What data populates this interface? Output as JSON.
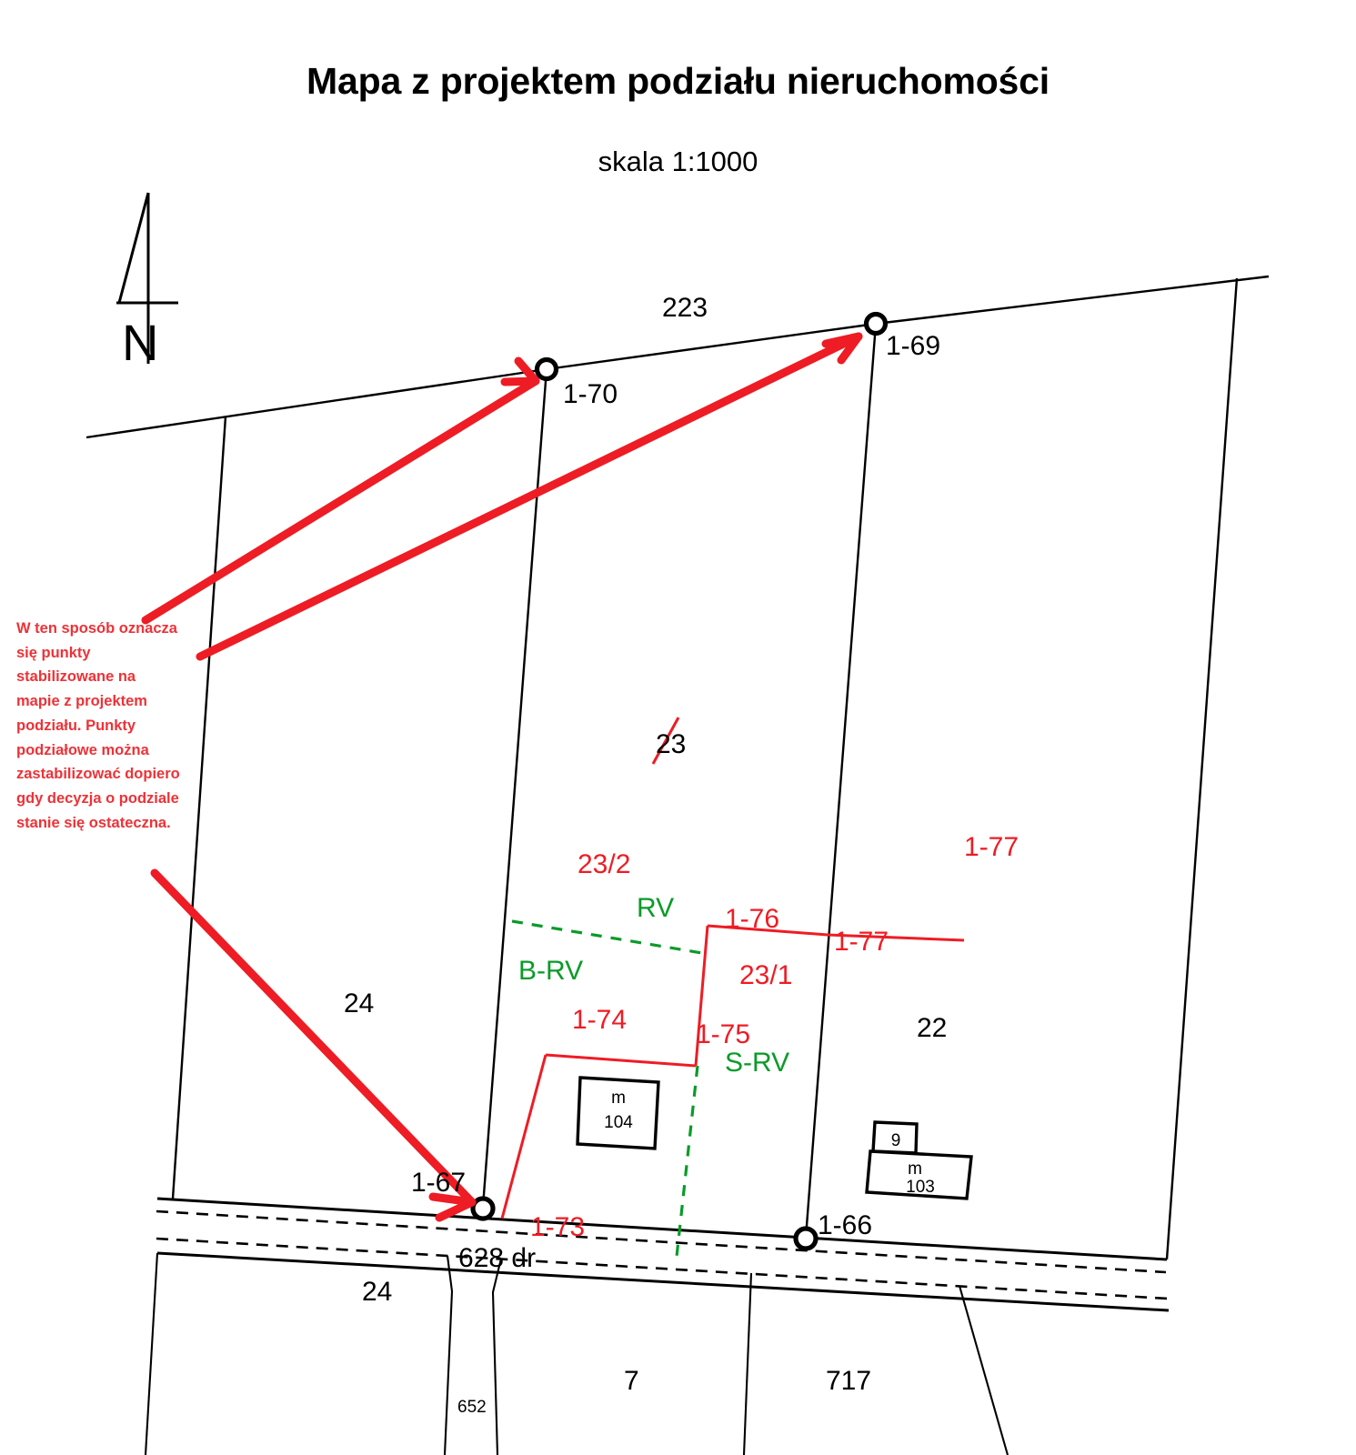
{
  "document": {
    "title": "Mapa z projektem podziału nieruchomości",
    "scale": "skala 1:1000"
  },
  "annotation": {
    "text": "W ten sposób oznacza się punkty stabilizowane na mapie z projektem podziału. Punkty podziałowe można zastabilizować dopiero gdy decyzja o podziale stanie się ostateczna.",
    "color": "#ed3237"
  },
  "compass": {
    "label": "N"
  },
  "colors": {
    "parcel_line": "#000000",
    "new_boundary": "#ee1c24",
    "soil_class": "#0a9b28",
    "annotation": "#ed3237"
  },
  "survey_points": [
    {
      "id": "1-70",
      "label": "1-70"
    },
    {
      "id": "1-69",
      "label": "1-69"
    },
    {
      "id": "1-67",
      "label": "1-67"
    },
    {
      "id": "1-66",
      "label": "1-66"
    }
  ],
  "new_boundary_points": [
    {
      "id": "1-73",
      "label": "1-73"
    },
    {
      "id": "1-74",
      "label": "1-74"
    },
    {
      "id": "1-75",
      "label": "1-75"
    },
    {
      "id": "1-76",
      "label": "1-76"
    },
    {
      "id": "1-77-edge",
      "label": "1-77"
    },
    {
      "id": "1-77-area",
      "label": "1-77"
    }
  ],
  "parcels": {
    "existing": [
      {
        "id": "223",
        "label": "223"
      },
      {
        "id": "24-upper",
        "label": "24"
      },
      {
        "id": "23-struck",
        "label": "23",
        "struck_through": true
      },
      {
        "id": "22",
        "label": "22"
      },
      {
        "id": "24-lower",
        "label": "24"
      },
      {
        "id": "652",
        "label": "652"
      },
      {
        "id": "7",
        "label": "7"
      },
      {
        "id": "717",
        "label": "717"
      },
      {
        "id": "628dr",
        "label": "628 dr"
      }
    ],
    "new": [
      {
        "id": "23-1",
        "label": "23/1"
      },
      {
        "id": "23-2",
        "label": "23/2"
      }
    ]
  },
  "soil_classes": [
    {
      "id": "rv",
      "label": "RV"
    },
    {
      "id": "b-rv",
      "label": "B-RV"
    },
    {
      "id": "s-rv",
      "label": "S-RV"
    }
  ],
  "buildings": [
    {
      "id": "bldg-104",
      "type": "m",
      "number": "104"
    },
    {
      "id": "bldg-9",
      "number": "9"
    },
    {
      "id": "bldg-103",
      "type": "m",
      "number": "103"
    }
  ]
}
